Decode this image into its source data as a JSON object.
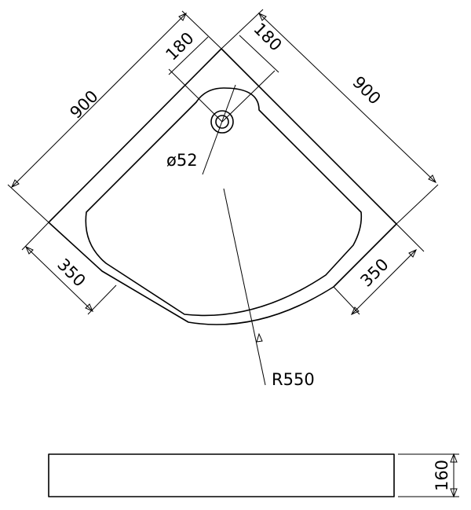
{
  "dimensions": {
    "left_side": "900",
    "right_side": "900",
    "left_offset": "180",
    "right_offset": "180",
    "drain_diameter": "ø52",
    "left_straight": "350",
    "right_straight": "350",
    "radius": "R550",
    "height": "160"
  },
  "colors": {
    "line": "#000000",
    "background": "#ffffff"
  }
}
